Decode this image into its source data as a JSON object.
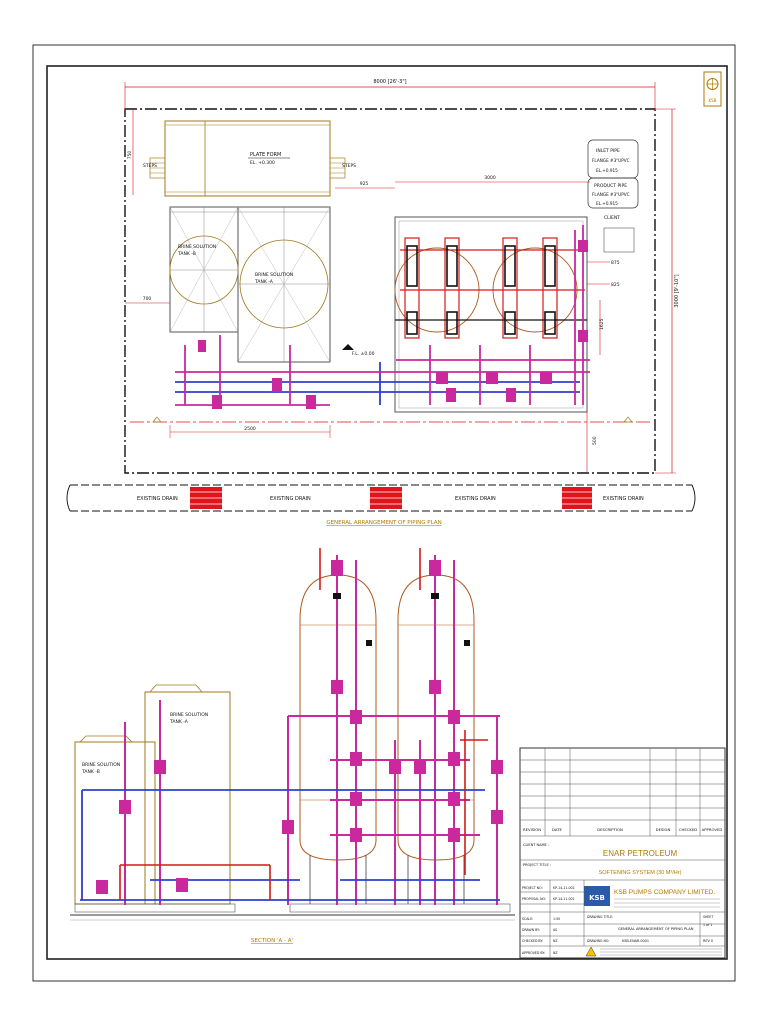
{
  "colors": {
    "frame": "#222222",
    "tank": "#a07a1e",
    "pipe": "#c9299c",
    "pipeBlue": "#2e3fd0",
    "dim": "#d21a1a",
    "drain": "#e0141a",
    "centerline": "#d21a1a",
    "vessel": "#b05a20",
    "logo": "#b07a00"
  },
  "plan": {
    "overall_width": "8000 [26'-3\"]",
    "dim_2500": "2500",
    "dim_3000": "3000",
    "dim_925": "925",
    "dim_750": "750",
    "dim_700": "700",
    "dim_500": "500",
    "dim_825": "825",
    "dim_875": "875",
    "dim_1625": "1625",
    "dim_right": "3000 [9'-10\"]",
    "steps_left": "STEPS",
    "steps_right": "STEPS",
    "platform_1": "PLATE FORM",
    "platform_2": "EL. +0.300",
    "brine_tank_b": "BRINE SOLUTION\nTANK -B",
    "brine_tank_a": "BRINE SOLUTION\nTANK -A",
    "fl_label": "F.L. ±0.00",
    "inlet_1": "INLET PIPE",
    "inlet_2": "FLANGE #3\"UPVC",
    "inlet_3": "EL.+0.915",
    "product_1": "PRODUCT PIPE",
    "product_2": "FLANGE #3\"UPVC",
    "product_3": "EL.+0.915",
    "client_label": "CLIENT",
    "drain_label": "EXISTING DRAIN",
    "title": "GENERAL ARRANGEMENT OF PIPING PLAN"
  },
  "section": {
    "brine_a": "BRINE SOLUTION\nTANK -A",
    "brine_b": "BRINE SOLUTION\nTANK -B",
    "title": "SECTION 'A - A'"
  },
  "title_block": {
    "headers": [
      "REVISION",
      "DATE",
      "DESCRIPTION",
      "DESIGN",
      "CHECKED",
      "APPROVED"
    ],
    "client_name_label": "CLIENT NAME :",
    "client_name": "ENAR PETROLEUM",
    "project_title_label": "PROJECT TITLE :",
    "project_title": "SOFTENING SYSTEM (30 M³/Hr)",
    "company": "KSB PUMPS COMPANY LIMITED.",
    "logo_text": "KSB",
    "fields": [
      {
        "label": "PROJECT NO:",
        "value": "KP-14-11-002"
      },
      {
        "label": "PROPOSAL NO:",
        "value": "KP-14-11-002"
      },
      {
        "label": "SCALE:",
        "value": "1:50"
      },
      {
        "label": "DRAWN BY:",
        "value": "AS"
      },
      {
        "label": "CHECKED BY:",
        "value": "NZ"
      },
      {
        "label": "APPROVED BY:",
        "value": "NZ"
      }
    ],
    "drawing_title_label": "DRAWING TITLE:",
    "drawing_title": "GENERAL ARRANGEMENT OF PIPING PLAN",
    "drawing_no_label": "DRAWING NO:",
    "drawing_no": "KSB-ENAR-0001",
    "sheet_label": "SHEET",
    "sheet_value": "1 of 1",
    "rev_value": "REV 0"
  }
}
